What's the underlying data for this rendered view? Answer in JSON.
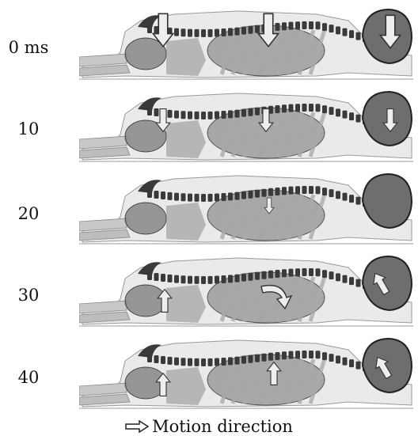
{
  "frames": [
    {
      "time": "0 ms"
    },
    {
      "time": "10"
    },
    {
      "time": "20"
    },
    {
      "time": "30"
    },
    {
      "time": "40"
    }
  ],
  "legend": {
    "label": "Motion direction"
  },
  "colors": {
    "skin": "#d8d8d8",
    "organ": "#7a7a7a",
    "bone": "#3a3a3a",
    "arrow_fill": "#eeeeee",
    "arrow_stroke": "#333333"
  }
}
